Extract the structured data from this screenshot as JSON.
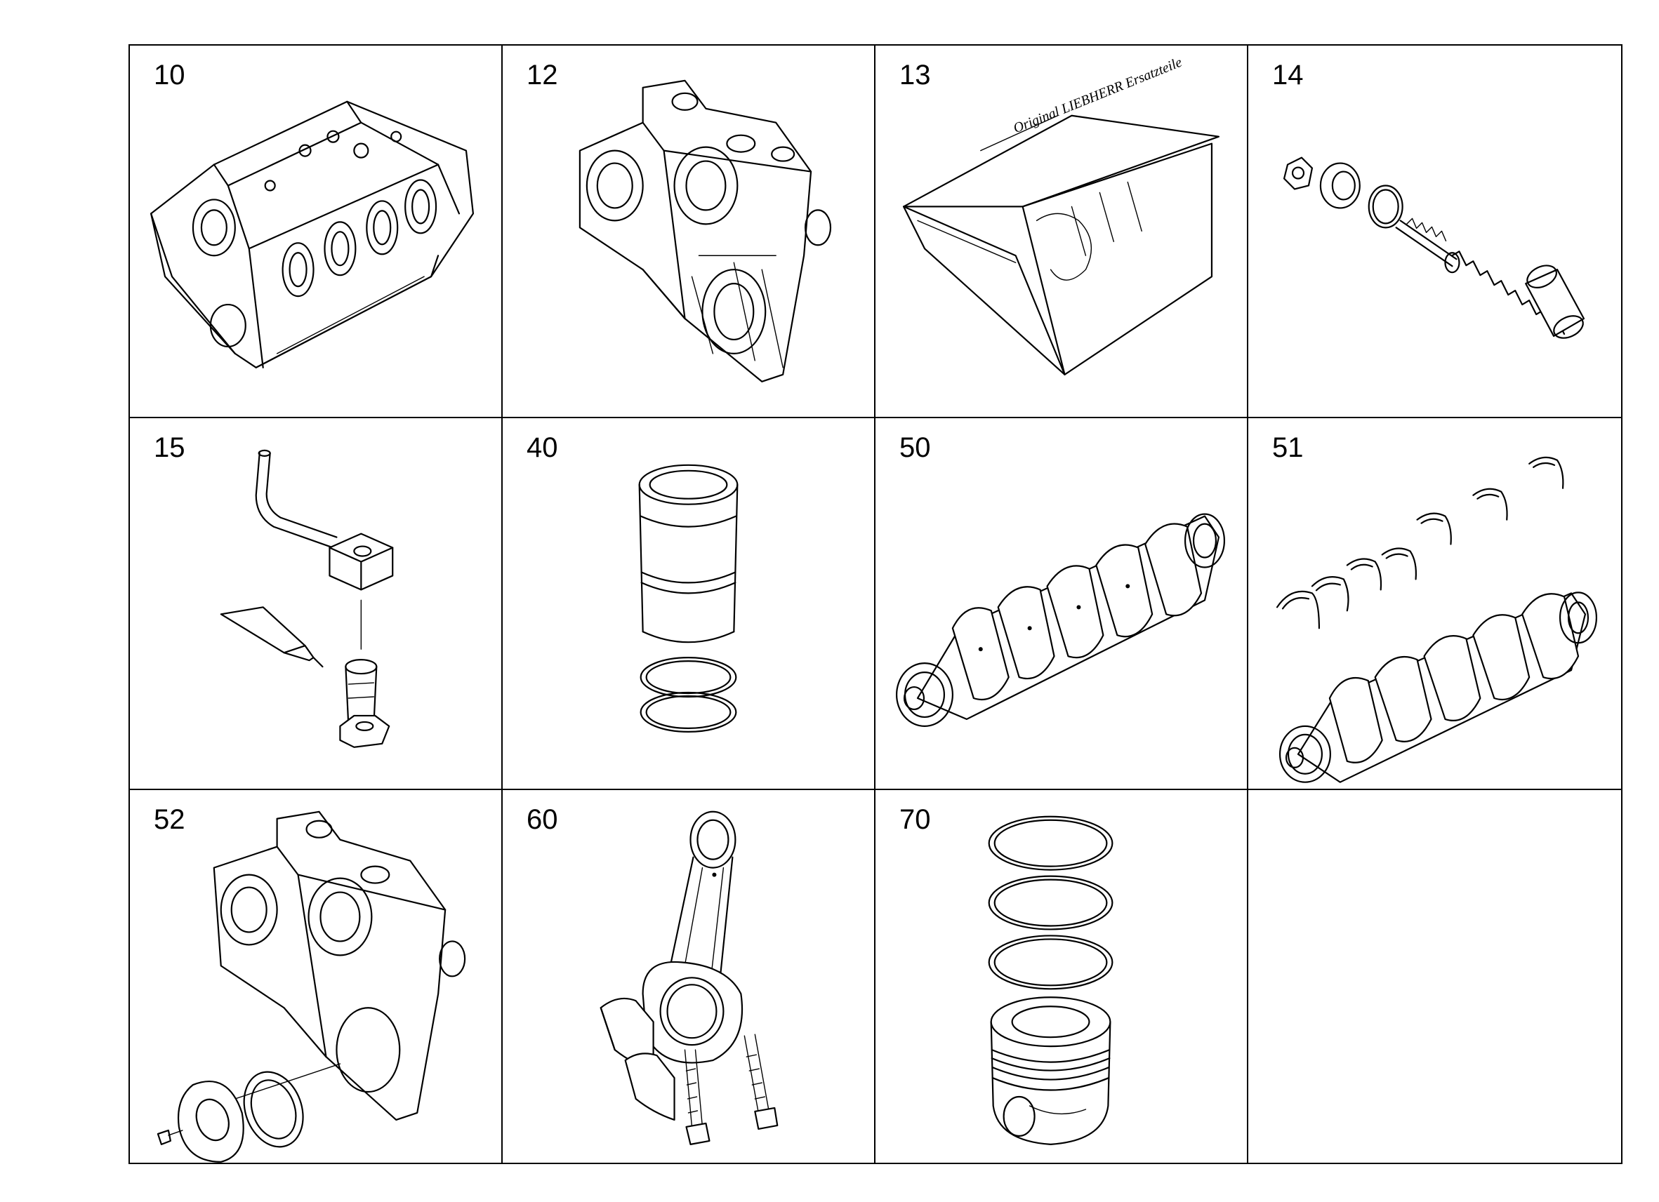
{
  "cells": [
    {
      "number": "10",
      "icon": "engine-block-icon"
    },
    {
      "number": "12",
      "icon": "timing-case-icon"
    },
    {
      "number": "13",
      "icon": "gasket-kit-box-icon"
    },
    {
      "number": "14",
      "icon": "valve-spring-kit-icon"
    },
    {
      "number": "15",
      "icon": "piston-cooling-nozzle-icon"
    },
    {
      "number": "40",
      "icon": "cylinder-liner-icon"
    },
    {
      "number": "50",
      "icon": "crankshaft-icon"
    },
    {
      "number": "51",
      "icon": "crankshaft-bearings-icon"
    },
    {
      "number": "52",
      "icon": "timing-case-seal-icon"
    },
    {
      "number": "60",
      "icon": "connecting-rod-icon"
    },
    {
      "number": "70",
      "icon": "piston-rings-icon"
    },
    {
      "number": "",
      "icon": ""
    }
  ],
  "box_lettering": "Original LIEBHERR Ersatzteile"
}
